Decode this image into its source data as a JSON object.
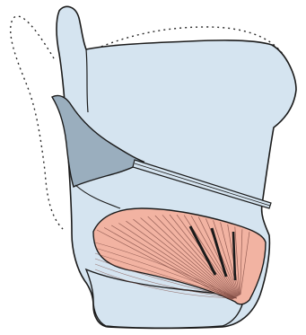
{
  "figure": {
    "colors": {
      "background": "#ffffff",
      "cartilage_fill": "#d5e4f0",
      "cartilage_stroke": "#1b1b1b",
      "arytenoid_fill": "#9aaebe",
      "muscle_fill": "#f2b3a2",
      "muscle_fiber": "#7e4a42",
      "dotted_outline": "#2a2a2a"
    },
    "parts": [
      {
        "id": "main-cartilage",
        "icon": "thyroid-cartilage-shape"
      },
      {
        "id": "arytenoid",
        "icon": "arytenoid-cartilage-shape"
      },
      {
        "id": "vocal-ligament",
        "icon": "vocal-ligament-band"
      },
      {
        "id": "muscle",
        "icon": "muscle-fan-shape"
      },
      {
        "id": "dotted-outlines",
        "icon": "dotted-outline"
      }
    ]
  }
}
